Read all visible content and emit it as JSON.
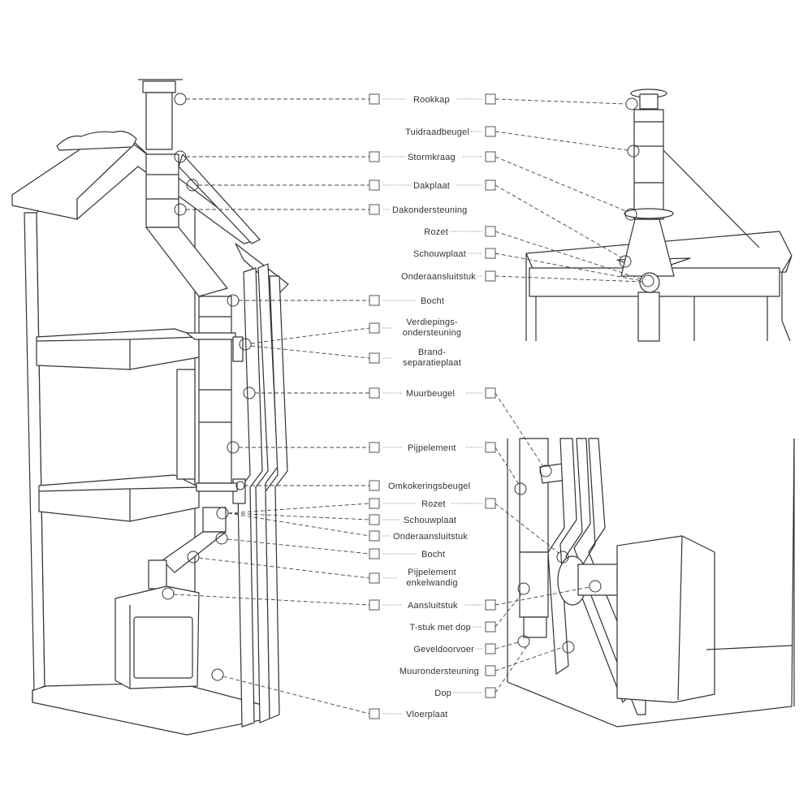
{
  "title": "Schoorsteen onderdelen",
  "labels": {
    "rookkap": "Rookkap",
    "tuidraadbeugel": "Tuidraadbeugel",
    "stormkraag": "Stormkraag",
    "dakplaat": "Dakplaat",
    "dakondersteuning": "Dakondersteuning",
    "rozet_top": "Rozet",
    "schouwplaat_top": "Schouwplaat",
    "onderaansluitstuk_top": "Onderaansluitstuk",
    "bocht": "Bocht",
    "verdiepings_1": "Verdiepings-",
    "verdiepings_2": "ondersteuning",
    "brand_1": "Brand-",
    "brand_2": "separatieplaat",
    "muurbeugel": "Muurbeugel",
    "pijpelement": "Pijpelement",
    "omkokeringsbeugel": "Omkokeringsbeugel",
    "rozet": "Rozet",
    "schouwplaat": "Schouwplaat",
    "onderaansluitstuk": "Onderaansluitstuk",
    "bocht2": "Bocht",
    "pijpelement_enkel_1": "Pijpelement",
    "pijpelement_enkel_2": "enkelwandig",
    "aansluitstuk": "Aansluitstuk",
    "tstuk": "T-stuk met dop",
    "geveldoorvoer": "Geveldoorvoer",
    "muurondersteuning": "Muurondersteuning",
    "dop": "Dop",
    "vloerplaat": "Vloerplaat"
  }
}
